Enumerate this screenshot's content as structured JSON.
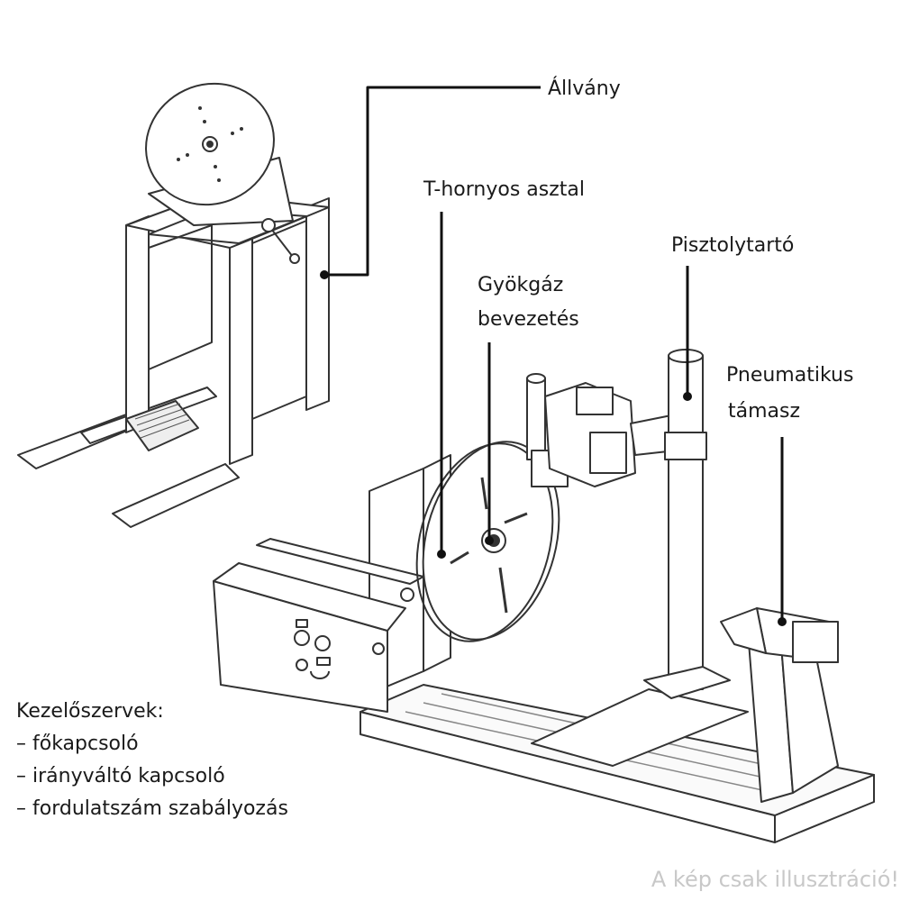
{
  "labels": {
    "stand": "Állvány",
    "t_slot_table": "T-hornyos asztal",
    "root_gas_line1": "Gyökgáz",
    "root_gas_line2": "bevezetés",
    "torch_holder": "Pisztolytartó",
    "pneumatic_line1": "Pneumatikus",
    "pneumatic_line2": "támasz"
  },
  "controls": {
    "title": "Kezelőszervek:",
    "items": [
      "– főkapcsoló",
      "– irányváltó kapcsoló",
      "– fordulatszám szabályozás"
    ]
  },
  "disclaimer": "A kép csak illusztráció!"
}
